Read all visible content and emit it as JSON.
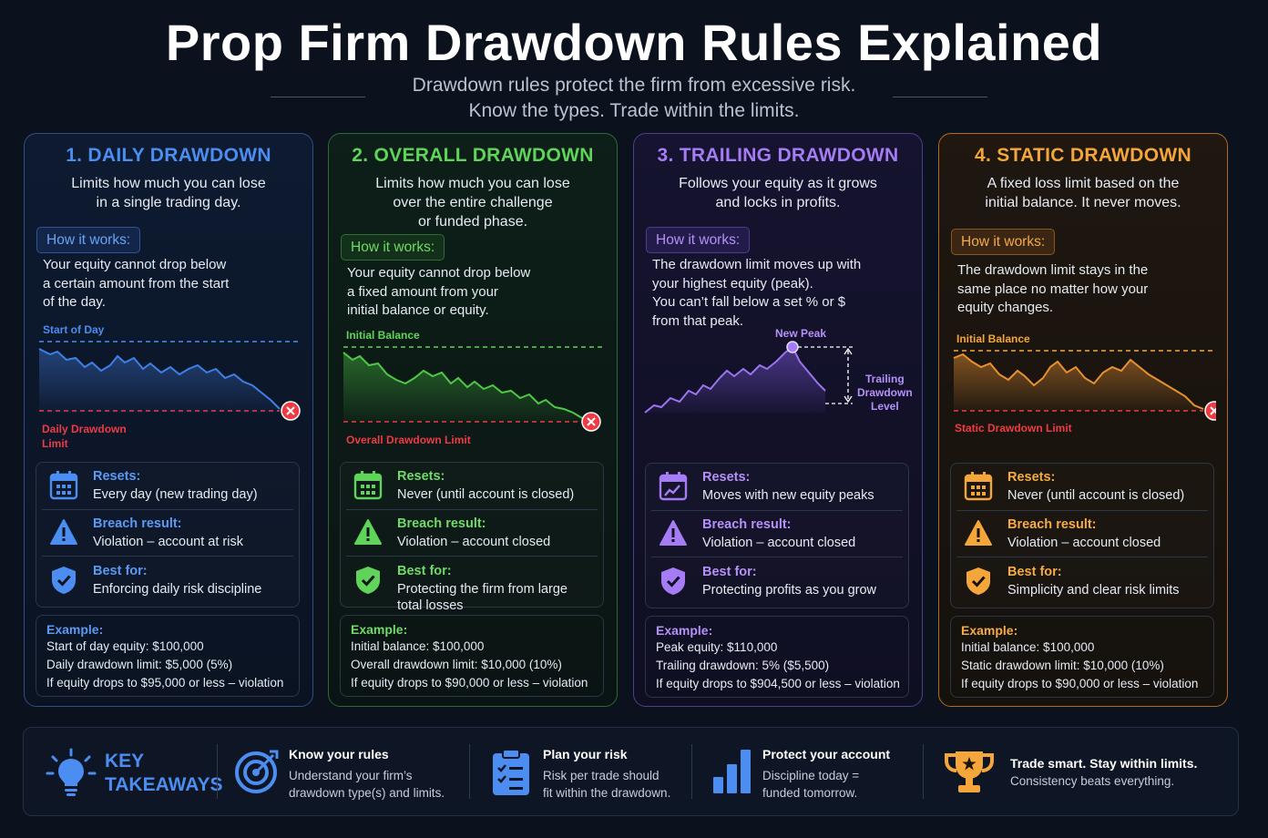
{
  "header": {
    "title": "Prop Firm Drawdown Rules Explained",
    "subtitle_line1": "Drawdown rules protect the firm from excessive risk.",
    "subtitle_line2": "Know the types. Trade within the limits."
  },
  "colors": {
    "daily": "#4b8df0",
    "overall": "#5fd35a",
    "trailing": "#a57cf5",
    "static": "#f5a63a",
    "limit_red": "#ee3b43"
  },
  "common": {
    "how_it_works": "How it works:",
    "resets": "Resets:",
    "breach_result": "Breach result:",
    "best_for": "Best for:",
    "example": "Example:"
  },
  "cards": [
    {
      "title": "1. DAILY DRAWDOWN",
      "desc": [
        "Limits how much you can lose",
        "in a single trading day."
      ],
      "how": [
        "Your equity cannot drop below",
        "a certain amount from the start",
        "of the day."
      ],
      "chart_top_label": "Start of Day",
      "chart_limit_label": [
        "Daily Drawdown",
        "Limit"
      ],
      "resets": "Every day (new trading day)",
      "breach": "Violation – account at risk",
      "best": [
        "Enforcing daily risk discipline"
      ],
      "example": [
        "Start of day equity: $100,000",
        "Daily drawdown limit: $5,000 (5%)",
        "If equity drops to $95,000 or less – violation"
      ]
    },
    {
      "title": "2. OVERALL DRAWDOWN",
      "desc": [
        "Limits how much you can lose",
        "over the entire challenge",
        "or funded phase."
      ],
      "how": [
        "Your equity cannot drop below",
        "a fixed amount from your",
        "initial balance or equity."
      ],
      "chart_top_label": "Initial Balance",
      "chart_limit_label": [
        "Overall Drawdown Limit"
      ],
      "resets": "Never (until account is closed)",
      "breach": "Violation – account closed",
      "best": [
        "Protecting the firm from large",
        "total losses"
      ],
      "example": [
        "Initial balance: $100,000",
        "Overall drawdown limit: $10,000 (10%)",
        "If equity drops to $90,000 or less – violation"
      ]
    },
    {
      "title": "3. TRAILING DRAWDOWN",
      "desc": [
        "Follows your equity as it grows",
        "and locks in profits."
      ],
      "how": [
        "The drawdown limit moves up with",
        "your highest equity (peak).",
        "You can’t fall below a set % or $",
        "from that peak."
      ],
      "chart_peak_label": "New Peak",
      "chart_level_label": [
        "Trailing",
        "Drawdown",
        "Level"
      ],
      "resets": "Moves with new equity peaks",
      "breach": "Violation – account closed",
      "best": [
        "Protecting profits as you grow"
      ],
      "example": [
        "Peak equity: $110,000",
        "Trailing drawdown: 5% ($5,500)",
        "If equity drops to $904,500 or less – violation"
      ]
    },
    {
      "title": "4. STATIC DRAWDOWN",
      "desc": [
        "A fixed loss limit based on the",
        "initial balance. It never moves."
      ],
      "how": [
        "The drawdown limit stays in the",
        "same place no matter how your",
        "equity changes."
      ],
      "chart_top_label": "Initial Balance",
      "chart_limit_label": [
        "Static Drawdown Limit"
      ],
      "resets": "Never (until account is closed)",
      "breach": "Violation – account closed",
      "best": [
        "Simplicity and clear risk limits"
      ],
      "example": [
        "Initial balance: $100,000",
        "Static drawdown limit: $10,000 (10%)",
        "If equity drops to $90,000 or less – violation"
      ]
    }
  ],
  "footer": {
    "key_line1": "KEY",
    "key_line2": "TAKEAWAYS",
    "items": [
      {
        "head": "Know your rules",
        "text": [
          "Understand your firm’s",
          "drawdown type(s) and limits."
        ]
      },
      {
        "head": "Plan your risk",
        "text": [
          "Risk per trade should",
          "fit within the drawdown."
        ]
      },
      {
        "head": "Protect your account",
        "text": [
          "Discipline today =",
          "funded tomorrow."
        ]
      },
      {
        "head": "Trade smart. Stay within limits.",
        "text": [
          "Consistency beats everything."
        ]
      }
    ]
  }
}
